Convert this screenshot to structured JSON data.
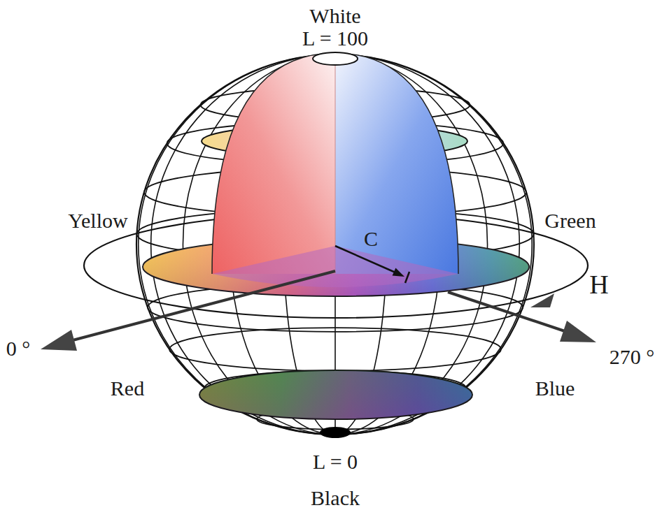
{
  "diagram": {
    "labels": [
      "White",
      "L = 100",
      "Yellow",
      "Green",
      "C",
      "H",
      "0 °",
      "270 °",
      "Red",
      "Blue",
      "L = 0",
      "Black"
    ]
  }
}
